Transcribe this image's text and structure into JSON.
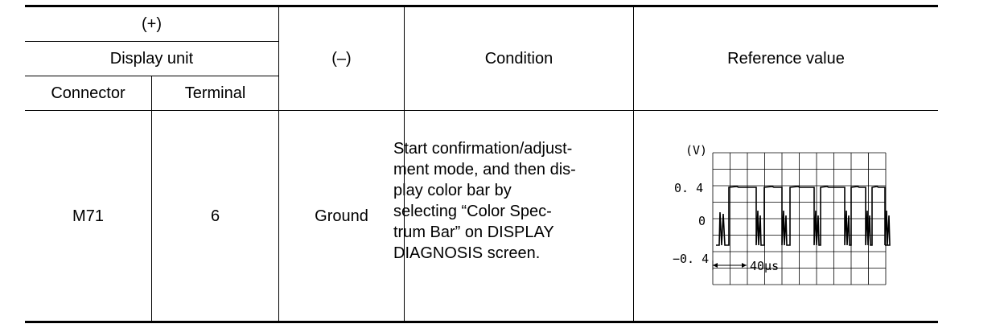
{
  "header": {
    "plus": "(+)",
    "display_unit": "Display unit",
    "connector": "Connector",
    "terminal": "Terminal",
    "minus": "(–)",
    "condition": "Condition",
    "reference_value": "Reference value"
  },
  "row": {
    "connector": "M71",
    "terminal": "6",
    "minus": "Ground",
    "condition_lines": [
      "Start confirmation/adjust-",
      "ment mode, and then dis-",
      "play color bar by",
      "selecting “Color Spec-",
      "trum Bar” on DISPLAY",
      "DIAGNOSIS screen."
    ]
  },
  "waveform": {
    "unit_label": "(V)",
    "y_labels": [
      "0. 4",
      "0",
      "−0. 4"
    ],
    "time_label": "40µs",
    "high_voltage": 0.4,
    "low_voltage": -0.4
  }
}
